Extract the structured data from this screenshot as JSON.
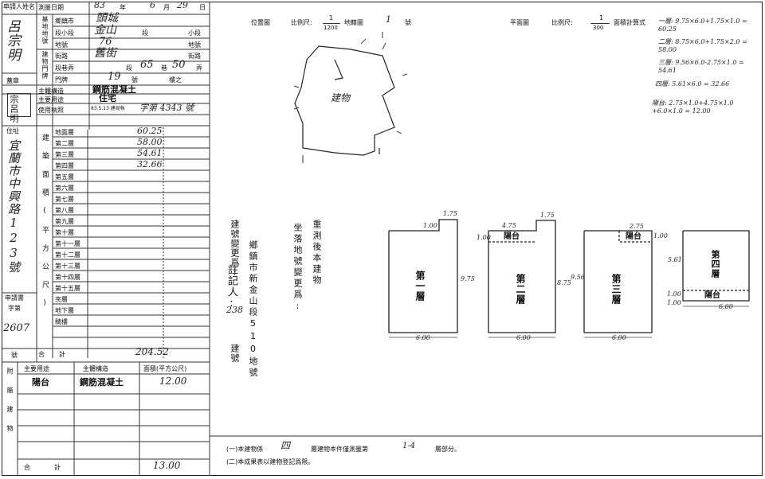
{
  "header": {
    "applicant_label": "申請人姓名",
    "survey_date_label": "測量日期",
    "survey_date": {
      "year": "83",
      "year_unit": "年",
      "month": "6",
      "month_unit": "月",
      "day": "29",
      "day_unit": "日"
    },
    "applicant_name": "呂宗明",
    "seal_label": "蓋章",
    "seal_text": "宗呂明",
    "address_label": "住址",
    "address_value": "宜蘭市中興路123號",
    "applicant_doc_label": "申請書",
    "doc_word_label": "字第",
    "doc_number": "2607",
    "number_label": "號"
  },
  "base": {
    "group_label": "基地地號",
    "township_label": "鄉鎮市",
    "township_value": "頭城",
    "section_label": "段小段",
    "section_value": "金山",
    "section_unit": "段",
    "subsection_unit": "小段",
    "lot_label": "地號",
    "lot_value": "76",
    "lot_unit": "地號"
  },
  "building_door": {
    "group_label": "建物門牌",
    "street_label": "街路",
    "street_value": "舊街",
    "street_unit": "街路",
    "lane_label": "段巷弄",
    "lane_value": "65",
    "alley_value": "50",
    "lane_units": [
      "段",
      "巷",
      "弄"
    ],
    "door_label": "門牌",
    "door_value": "19",
    "door_unit": "號",
    "door_suffix": "樓之"
  },
  "structure": {
    "main_structure_label": "主體構造",
    "main_structure_value": "鋼筋混凝土",
    "main_use_label": "主要用途",
    "main_use_value": "住宅",
    "permit_label": "使用執照",
    "permit_value_left": "83.5.13 建局執",
    "permit_value_right": "字第 4343 號"
  },
  "floors": {
    "group_label": "建築面積(平方公尺)",
    "rows": [
      {
        "label": "地面層",
        "value": "60.25"
      },
      {
        "label": "第二層",
        "value": "58.00"
      },
      {
        "label": "第三層",
        "value": "54.61"
      },
      {
        "label": "第四層",
        "value": "32.66"
      },
      {
        "label": "第五層",
        "value": ""
      },
      {
        "label": "第六層",
        "value": ""
      },
      {
        "label": "第七層",
        "value": ""
      },
      {
        "label": "第八層",
        "value": ""
      },
      {
        "label": "第九層",
        "value": ""
      },
      {
        "label": "第十層",
        "value": ""
      },
      {
        "label": "第十一層",
        "value": ""
      },
      {
        "label": "第十二層",
        "value": ""
      },
      {
        "label": "第十三層",
        "value": ""
      },
      {
        "label": "第十四層",
        "value": ""
      },
      {
        "label": "第十五層",
        "value": ""
      },
      {
        "label": "夾層",
        "value": ""
      },
      {
        "label": "地下層",
        "value": ""
      },
      {
        "label": "騎樓",
        "value": ""
      }
    ],
    "total_label": "合計",
    "total_value": "204.52"
  },
  "annex": {
    "group_label": "附屬建物",
    "col_use": "主要用途",
    "col_structure": "主體構造",
    "col_area": "面積(平方公尺)",
    "row_use": "陽台",
    "row_structure": "鋼筋混凝土",
    "row_area": "12.00",
    "total_label": "合計",
    "total_value": "13.00"
  },
  "location": {
    "title": "位置圖",
    "scale_label": "比例尺:",
    "scale_num": "1",
    "scale_den": "1200",
    "sheet_label": "地籍圖",
    "sheet_value": "1",
    "sheet_unit": "號",
    "sketch_label": "建物"
  },
  "plan": {
    "title": "平面圖",
    "scale_label": "比例尺:",
    "scale_num": "1",
    "scale_den": "300",
    "calc_label": "面積計算式",
    "calc_lines": [
      "一層: 9.75×6.0+1.75×1.0 = 60.25",
      "二層: 8.75×6.0+1.75×2.0 = 58.00",
      "三層: 9.56×6.0-2.75×1.0 = 54.61",
      "四層: 5.61×6.0 = 32.66",
      "陽台: 2.75×1.0+4.75×1.0 +6.0×1.0 = 12.00"
    ],
    "floor1": {
      "name": "第一層",
      "dims": [
        "1.75",
        "1.00",
        "9.75",
        "6.00"
      ]
    },
    "floor2": {
      "name": "第二層",
      "balcony": "陽台",
      "dims": [
        "4.75",
        "1.75",
        "1.00",
        "8.75",
        "6.00"
      ]
    },
    "floor3": {
      "name": "第三層",
      "balcony": "陽台",
      "dims": [
        "2.75",
        "1.00",
        "9.56",
        "6.00"
      ]
    },
    "floor4": {
      "name": "第四層",
      "balcony": "陽台",
      "dims": [
        "5.61",
        "1.00",
        "1.00",
        "6.00"
      ]
    }
  },
  "remarks": {
    "note_title": "註記人:",
    "note_number": "238",
    "col_a": "建號變更爲:",
    "col_b": "鄉鎮市新金山段510地號",
    "col_c": "坐落地號變更爲:",
    "col_d": "重測後本建物",
    "col_e": "建號"
  },
  "footnotes": {
    "line1_pre": "(一)本建物係",
    "line1_hand": "四",
    "line1_mid": "層建物本件僅測量第",
    "line1_hand2": "1-4",
    "line1_post": "層部分。",
    "line2": "(二)本成果表以建物登記爲限。"
  }
}
